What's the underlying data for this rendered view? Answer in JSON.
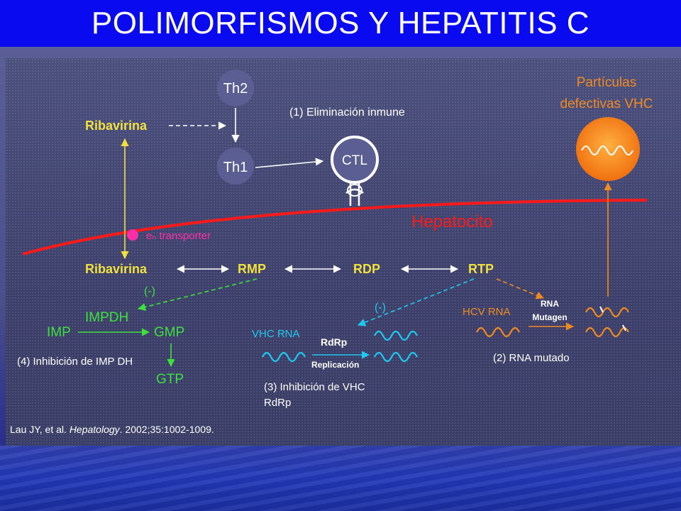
{
  "title": "POLIMORFISMOS Y HEPATITIS C",
  "diagram": {
    "th2": "Th2",
    "th1": "Th1",
    "ctl": "CTL",
    "ribavirina_top": "Ribavirina",
    "eliminacion": "(1) Eliminación inmune",
    "particulas_line1": "Partículas",
    "particulas_line2": "defectivas VHC",
    "hepatocito": "Hepatocito",
    "transporter": "eₙ transporter",
    "ribavirina_bottom": "Ribavirina",
    "rmp": "RMP",
    "rdp": "RDP",
    "rtp": "RTP",
    "minus_left": "(-)",
    "minus_mid": "(-)",
    "impdh": "IMPDH",
    "imp": "IMP",
    "gmp": "GMP",
    "gtp": "GTP",
    "inhibicion_impdh": "(4) Inhibición de IMP DH",
    "vhc_rna": "VHC RNA",
    "rdrp": "RdRp",
    "replicacion": "Replicación",
    "inhibicion_vhc_line1": "(3) Inhibición de VHC",
    "inhibicion_vhc_line2": "RdRp",
    "hcv_rna": "HCV RNA",
    "rna_mutagen_line1": "RNA",
    "rna_mutagen_line2": "Mutagen",
    "rna_mutado": "(2) RNA mutado",
    "citation_authors": "Lau JY, et al. ",
    "citation_journal": "Hepatology",
    "citation_rest": ". 2002;35:1002-1009."
  },
  "colors": {
    "title_bar": "#0a0af0",
    "yellow": "#f0e040",
    "green": "#3ee03e",
    "cyan": "#20c8f0",
    "orange": "#f08a20",
    "red": "#ff1a1a",
    "magenta": "#ff2ea8"
  }
}
